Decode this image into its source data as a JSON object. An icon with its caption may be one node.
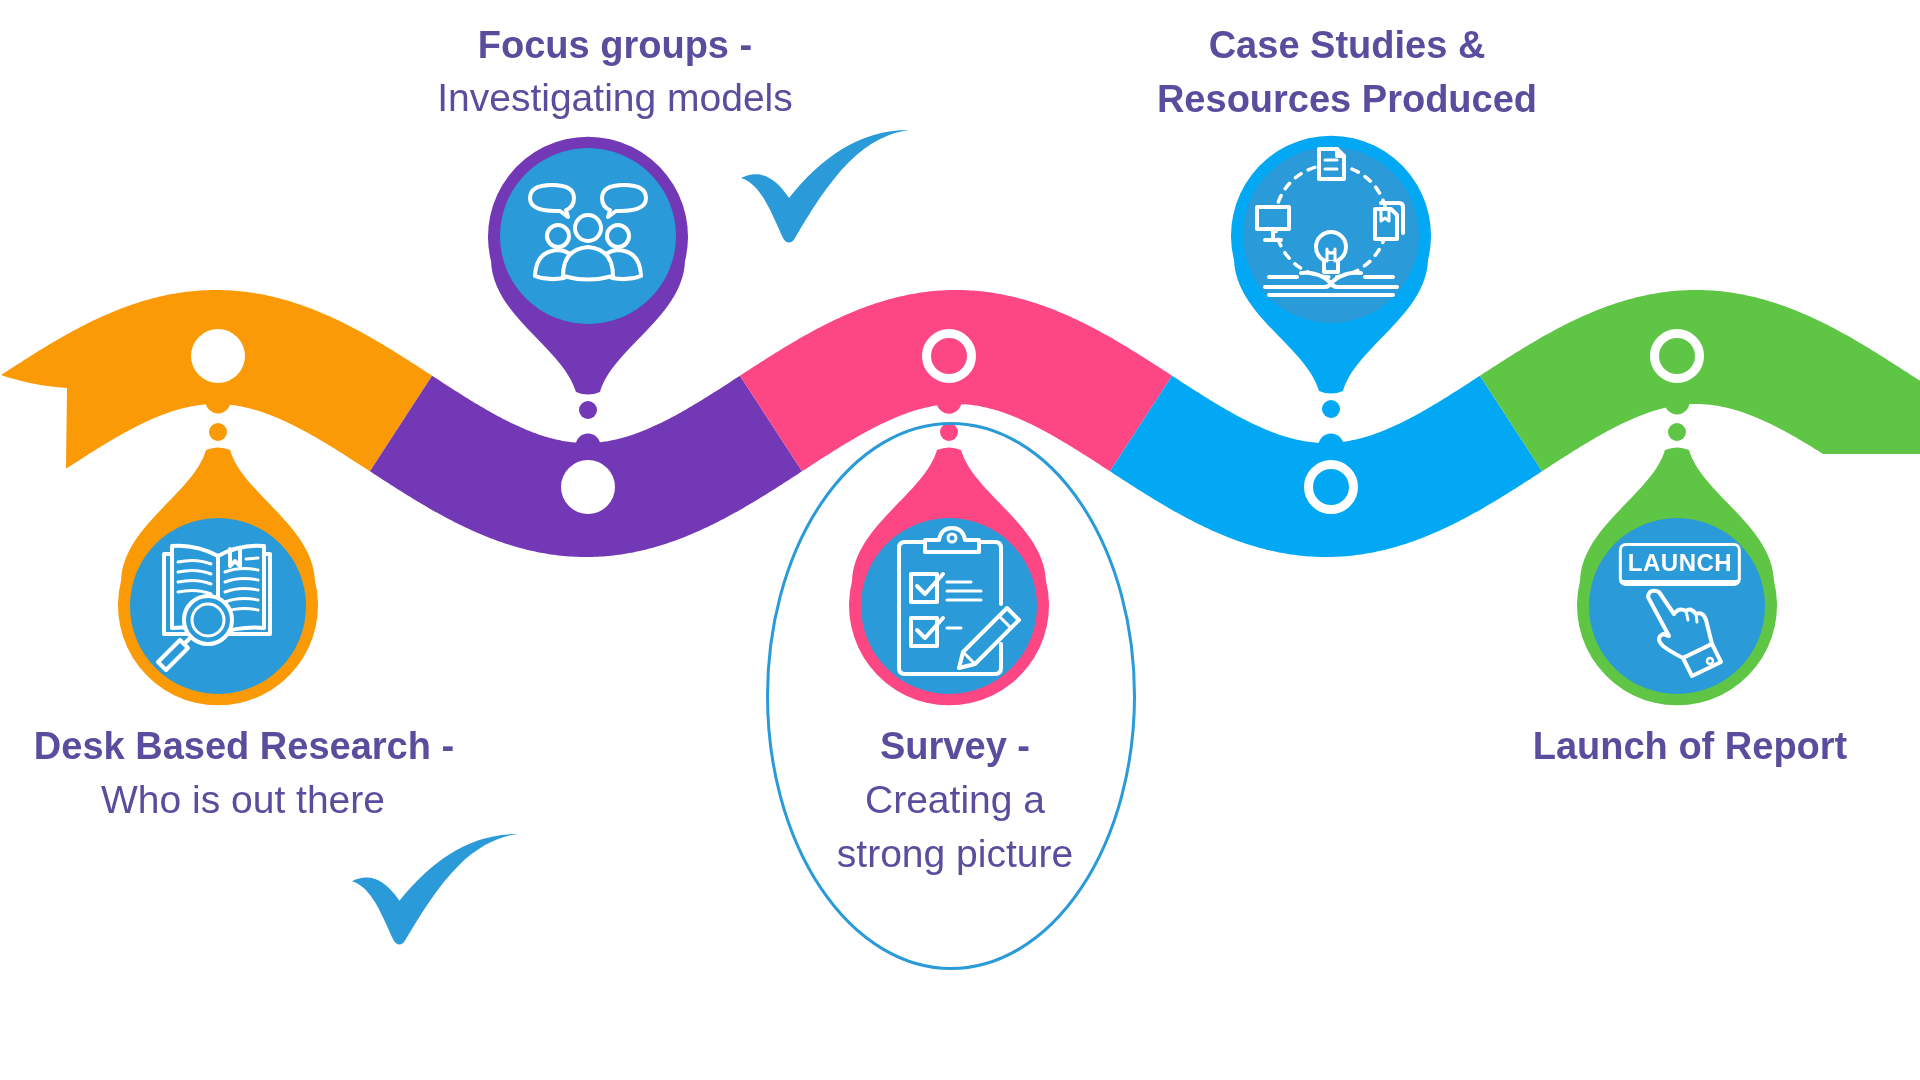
{
  "diagram": {
    "nodes": [
      {
        "text": [
          "Desk Based Research -",
          "Who is out there"
        ]
      },
      {
        "text": [
          "Focus groups -",
          "Investigating models"
        ]
      },
      {
        "text": [],
        "shape": "ellipse"
      },
      {
        "text": [
          "Survey -",
          "Creating a strong picture"
        ],
        "in": 2
      },
      {
        "text": [
          "Case Studies & Resources Produced"
        ]
      },
      {
        "text": [
          "LAUNCH",
          "Launch of Report"
        ]
      }
    ]
  }
}
